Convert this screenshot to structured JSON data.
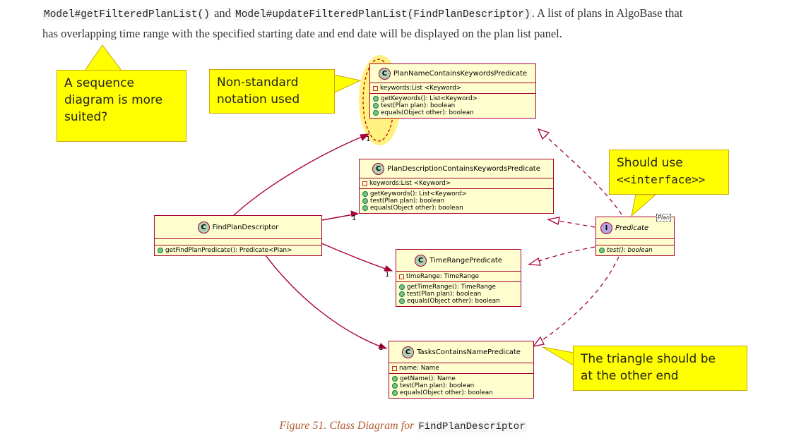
{
  "intro": {
    "line1_code_a": "Model#getFilteredPlanList()",
    "line1_and": " and ",
    "line1_code_b": "Model#updateFilteredPlanList(FindPlanDescriptor)",
    "line1_tail": ". A list of plans in AlgoBase that",
    "line2": "has overlapping time range with the specified starting date and end date will be displayed on the plan list panel."
  },
  "diagram": {
    "classes": {
      "plan_name": {
        "icon": "C",
        "name": "PlanNameContainsKeywordsPredicate",
        "fields": [
          "keywords:List <Keyword>"
        ],
        "methods": [
          "getKeywords(): List<Keyword>",
          "test(Plan plan): boolean",
          "equals(Object other): boolean"
        ]
      },
      "plan_desc": {
        "icon": "C",
        "name": "PlanDescriptionContainsKeywordsPredicate",
        "fields": [
          "keywords:List <Keyword>"
        ],
        "methods": [
          "getKeywords(): List<Keyword>",
          "test(Plan plan): boolean",
          "equals(Object other): boolean"
        ]
      },
      "find_plan": {
        "icon": "C",
        "name": "FindPlanDescriptor",
        "methods": [
          "getFindPlanPredicate(): Predicate<Plan>"
        ]
      },
      "time_range": {
        "icon": "C",
        "name": "TimeRangePredicate",
        "fields": [
          "timeRange: TimeRange"
        ],
        "methods": [
          "getTimeRange(): TimeRange",
          "test(Plan plan): boolean",
          "equals(Object other): boolean"
        ]
      },
      "tasks_name": {
        "icon": "C",
        "name": "TasksContainsNamePredicate",
        "fields": [
          "name: Name"
        ],
        "methods": [
          "getName(): Name",
          "test(Plan plan): boolean",
          "equals(Object other): boolean"
        ]
      },
      "predicate": {
        "icon": "I",
        "name": "Predicate",
        "type_param": "Plan",
        "methods": [
          "test(): boolean"
        ]
      }
    },
    "multiplicity": "1"
  },
  "callouts": {
    "sequence": [
      "A sequence",
      "diagram is more",
      "suited?"
    ],
    "nonstandard": [
      "Non-standard",
      "notation used"
    ],
    "interface_line1": "Should use",
    "interface_line2": "<<interface>>",
    "triangle": [
      "The triangle should be",
      "at the other end"
    ]
  },
  "caption": {
    "text": "Figure 51. Class Diagram for",
    "code": "FindPlanDescriptor"
  },
  "colors": {
    "class_border": "#a80036",
    "class_fill": "#fefece",
    "callout_fill": "#ffff00",
    "highlight": "#fff06a"
  }
}
